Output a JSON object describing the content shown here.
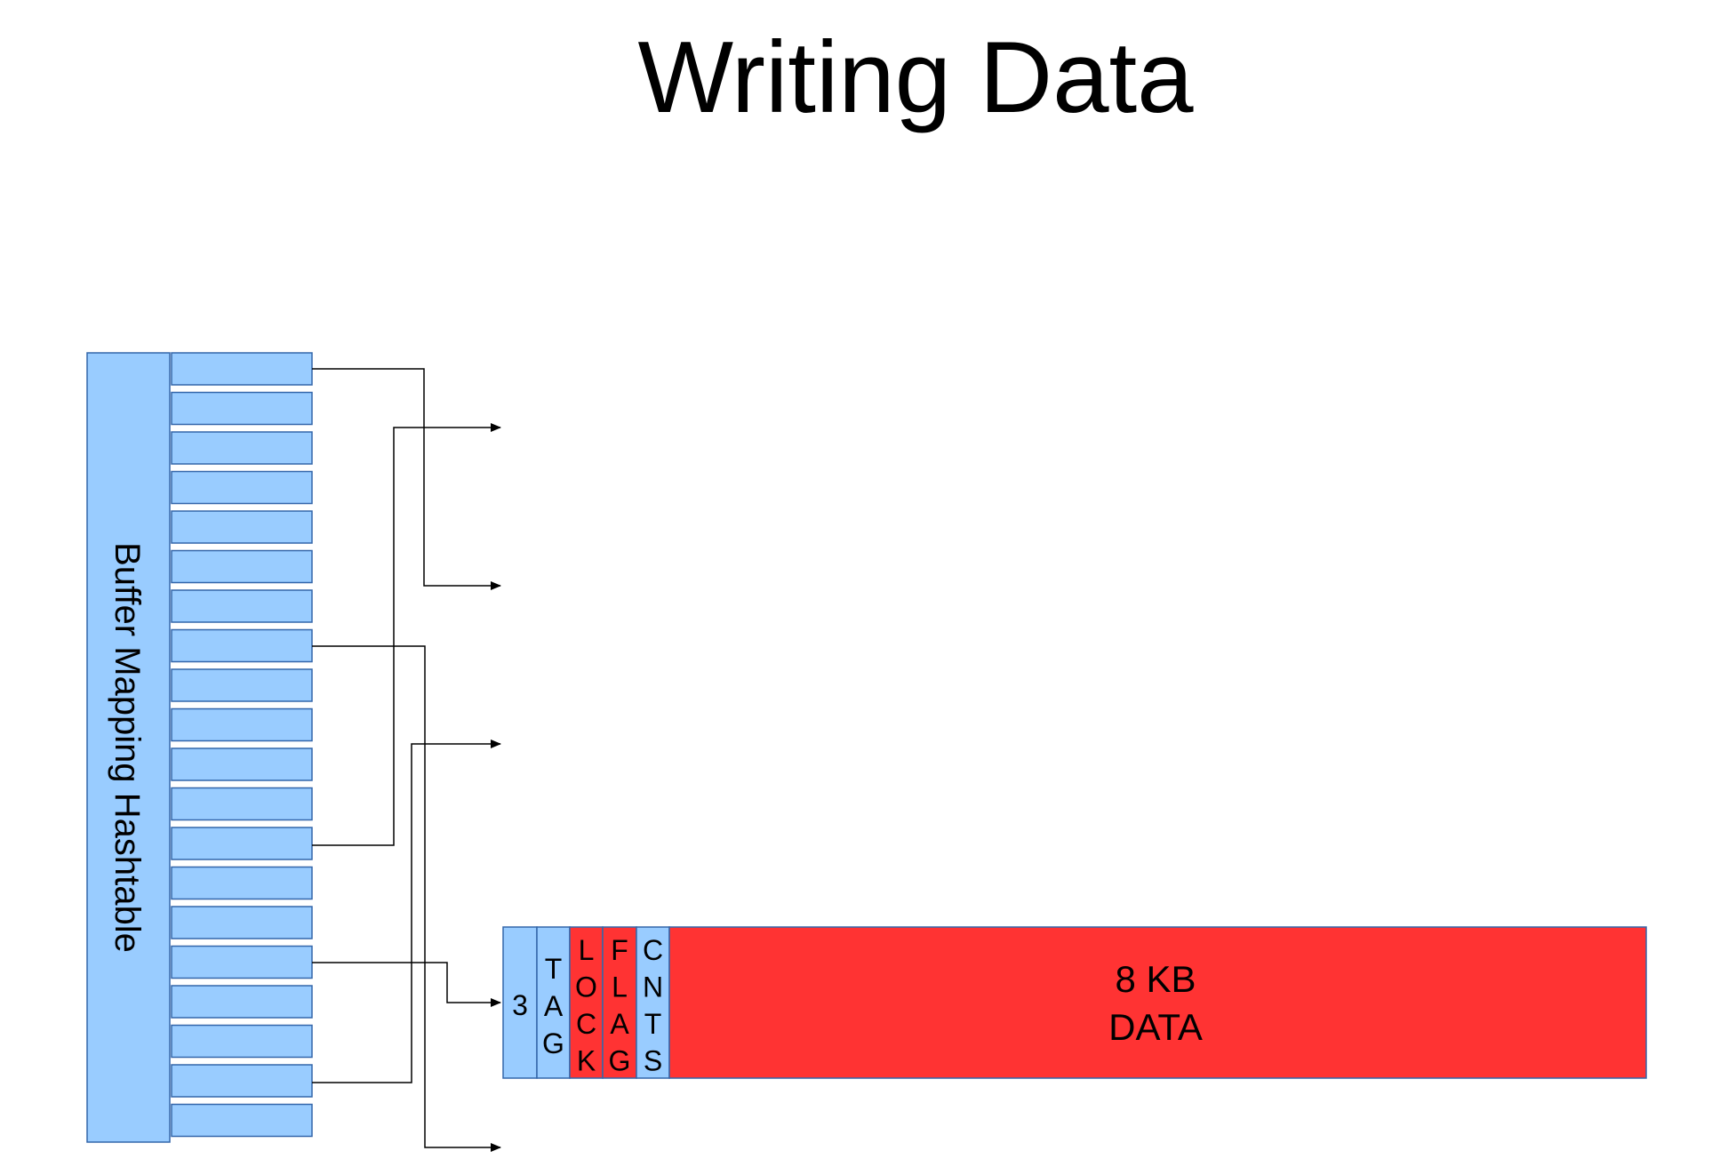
{
  "title": "Writing Data",
  "hashtable": {
    "label": "Buffer Mapping Hashtable",
    "slot_count": 20
  },
  "buffer": {
    "id": "3",
    "tag": "TAG",
    "lock": "LOCK",
    "flag": "FLAG",
    "cnts": "CNTS",
    "data_line1": "8 KB",
    "data_line2": "DATA"
  },
  "colors": {
    "light_blue": "#99ccff",
    "red": "#ff3333",
    "stroke": "#3366aa"
  }
}
